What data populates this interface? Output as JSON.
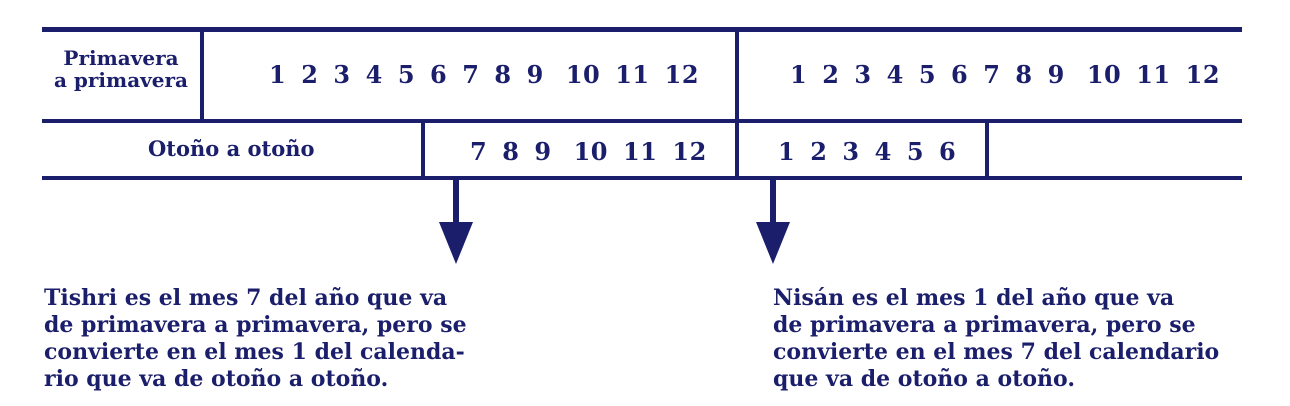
{
  "diagram": {
    "row1": {
      "label_line1": "Primavera",
      "label_line2": "a primavera",
      "months_left": [
        "1",
        "2",
        "3",
        "4",
        "5",
        "6",
        "7",
        "8",
        "9",
        "10",
        "11",
        "12"
      ],
      "months_right": [
        "1",
        "2",
        "3",
        "4",
        "5",
        "6",
        "7",
        "8",
        "9",
        "10",
        "11",
        "12"
      ]
    },
    "row2": {
      "label": "Otoño a otoño",
      "months_left": [
        "7",
        "8",
        "9",
        "10",
        "11",
        "12"
      ],
      "months_right": [
        "1",
        "2",
        "3",
        "4",
        "5",
        "6"
      ]
    },
    "notes": {
      "left": [
        "Tishri es el mes 7 del año que va",
        "de primavera a primavera, pero se",
        "convierte en el mes 1 del calenda-",
        "rio que va de otoño a otoño."
      ],
      "right": [
        "Nisán es el mes 1 del año que va",
        "de primavera a primavera, pero se",
        "convierte en el mes 7 del calendario",
        "que va de otoño a otoño."
      ]
    },
    "colors": {
      "ink": "#1b1f6b",
      "background": "#ffffff"
    }
  }
}
